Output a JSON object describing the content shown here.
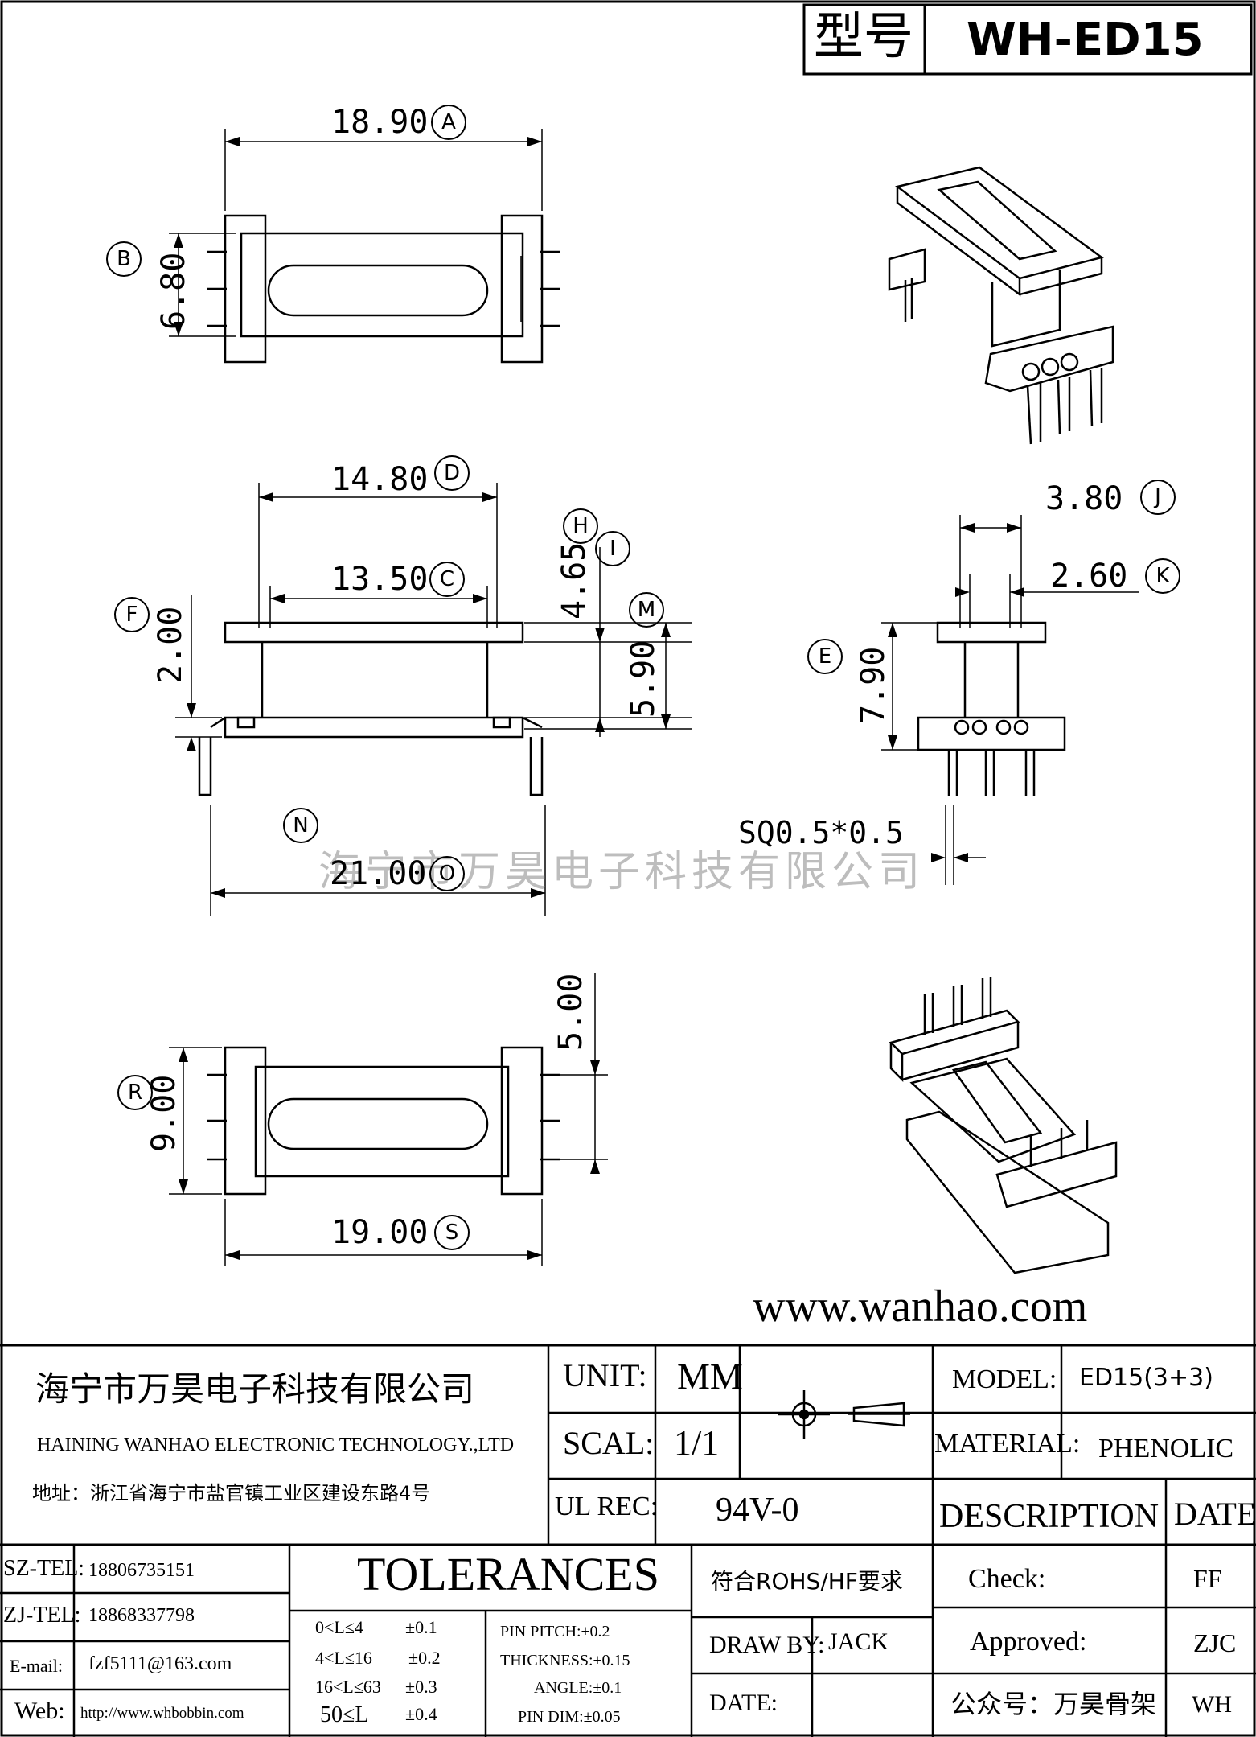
{
  "title_block": {
    "model_label": "型号",
    "model_value": "WH-ED15"
  },
  "dimensions": {
    "a": {
      "value": "18.90",
      "label": "A"
    },
    "b": {
      "value": "6.80",
      "label": "B"
    },
    "d": {
      "value": "14.80",
      "label": "D"
    },
    "c": {
      "value": "13.50",
      "label": "C"
    },
    "f": {
      "value": "2.00",
      "label": "F"
    },
    "h": {
      "value": "4.65",
      "label": "H"
    },
    "i": {
      "label": "I"
    },
    "m": {
      "value": "5.90",
      "label": "M"
    },
    "j": {
      "value": "3.80",
      "label": "J"
    },
    "k": {
      "value": "2.60",
      "label": "K"
    },
    "e": {
      "value": "7.90",
      "label": "E"
    },
    "n": {
      "label": "N"
    },
    "o": {
      "value": "21.00",
      "label": "O"
    },
    "sq": {
      "value": "SQ0.5*0.5"
    },
    "g": {
      "value": "5.00"
    },
    "r": {
      "value": "9.00",
      "label": "R"
    },
    "s": {
      "value": "19.00",
      "label": "S"
    }
  },
  "watermark": "海宁市万昊电子科技有限公司",
  "website": "www.wanhao.com",
  "company": {
    "name_cn": "海宁市万昊电子科技有限公司",
    "name_en": "HAINING WANHAO ELECTRONIC TECHNOLOGY.,LTD",
    "address": "地址：浙江省海宁市盐官镇工业区建设东路4号"
  },
  "spec": {
    "unit_label": "UNIT:",
    "unit_value": "MM",
    "scale_label": "SCAL:",
    "scale_value": "1/1",
    "ul_label": "UL REC:",
    "ul_value": "94V-0",
    "model_label": "MODEL:",
    "model_value": "ED15(3+3)",
    "material_label": "MATERIAL:",
    "material_value": "PHENOLIC",
    "description": "DESCRIPTION",
    "date_header": "DATE"
  },
  "contacts": [
    {
      "label": "SZ-TEL:",
      "value": "18806735151"
    },
    {
      "label": "ZJ-TEL:",
      "value": "18868337798"
    },
    {
      "label": "E-mail:",
      "value": "fzf5111@163.com"
    },
    {
      "label": "Web:",
      "value": "http://www.whbobbin.com"
    }
  ],
  "tolerances": {
    "title": "TOLERANCES",
    "rows": [
      {
        "range": "0<L≤4",
        "tol": "±0.1"
      },
      {
        "range": "4<L≤16",
        "tol": "±0.2"
      },
      {
        "range": "16<L≤63",
        "tol": "±0.3"
      },
      {
        "range": "50≤L",
        "tol": "±0.4"
      }
    ],
    "pin_pitch": "PIN PITCH:±0.2",
    "thickness": "THICKNESS:±0.15",
    "angle": "ANGLE:±0.1",
    "pin_dim": "PIN DIM:±0.05"
  },
  "compliance": "符合ROHS/HF要求",
  "draw_by_label": "DRAW BY:",
  "draw_by_value": "JACK",
  "date_label": "DATE:",
  "check_label": "Check:",
  "check_value": "FF",
  "approved_label": "Approved:",
  "approved_value": "ZJC",
  "wechat": "公众号：万昊骨架",
  "wechat_value": "WH"
}
